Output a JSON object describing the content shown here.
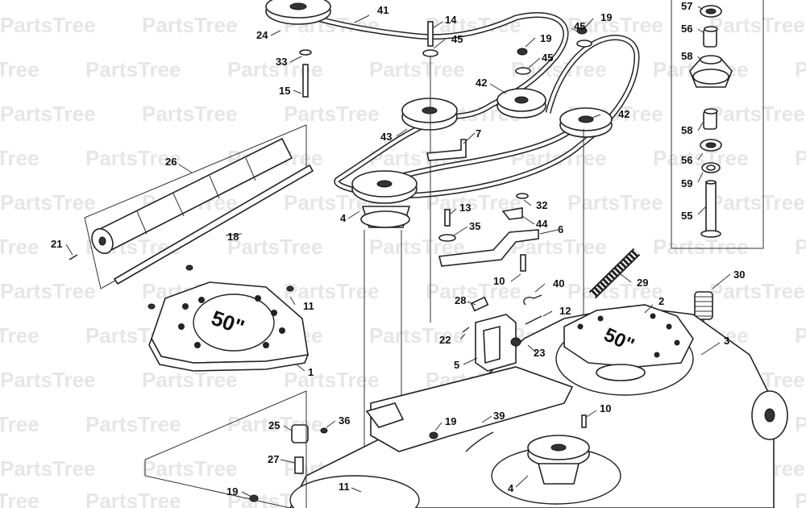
{
  "watermark": "PartsTree",
  "callouts": [
    "41",
    "14",
    "45",
    "19",
    "45",
    "19",
    "24",
    "33",
    "45",
    "15",
    "42",
    "43",
    "42",
    "7",
    "26",
    "4",
    "32",
    "13",
    "44",
    "35",
    "6",
    "21",
    "18",
    "10",
    "29",
    "40",
    "30",
    "11",
    "28",
    "12",
    "2",
    "22",
    "23",
    "3",
    "1",
    "5",
    "10",
    "25",
    "36",
    "19",
    "39",
    "27",
    "4",
    "11",
    "19",
    "57",
    "56",
    "58",
    "58",
    "56",
    "59",
    "55"
  ]
}
